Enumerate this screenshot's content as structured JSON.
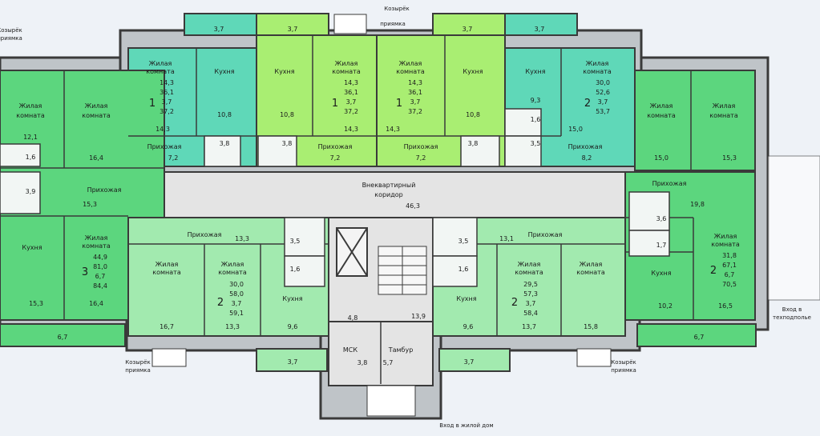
{
  "colors": {
    "background": "#eef2f7",
    "teal": "#5fd8b8",
    "green_dark": "#5cd67e",
    "green_mid": "#86e39a",
    "green_light": "#a2eaaf",
    "lime": "#a9ee72",
    "corridor": "#e4e4e4",
    "wall": "#3a3a3a"
  },
  "labels": {
    "zhilaya": "Жилая",
    "komnata": "комната",
    "kukhnya": "Кухня",
    "prikhozhaya": "Прихожая",
    "corridor_line1": "Внеквартирный",
    "corridor_line2": "коридор",
    "msk": "МСК",
    "tambur": "Тамбур",
    "kozyrek": "Козырёк",
    "priyamka": "приямка",
    "vkhod_v": "Вход в",
    "tekhpodpolye": "техподполье",
    "vkhod_dom": "Вход в жилой дом"
  },
  "apartments": {
    "a1": {
      "rooms": "1",
      "total": "14,3",
      "living": "36,1",
      "balcony": "3,7",
      "area": "37,2"
    },
    "a2": {
      "rooms": "1",
      "total": "14,3",
      "living": "36,1",
      "balcony": "3,7",
      "area": "37,2"
    },
    "a3": {
      "rooms": "1",
      "total": "14,3",
      "living": "36,1",
      "balcony": "3,7",
      "area": "37,2"
    },
    "a4": {
      "rooms": "2",
      "total": "30,0",
      "living": "52,6",
      "balcony": "3,7",
      "area": "53,7"
    },
    "a5": {
      "rooms": "3",
      "total": "44,9",
      "living": "81,0",
      "balcony": "6,7",
      "area": "84,4"
    },
    "a6": {
      "rooms": "2",
      "total": "30,0",
      "living": "58,0",
      "balcony": "3,7",
      "area": "59,1"
    },
    "a7": {
      "rooms": "2",
      "total": "29,5",
      "living": "57,3",
      "balcony": "3,7",
      "area": "58,4"
    },
    "a8": {
      "rooms": "2",
      "total": "31,8",
      "living": "67,1",
      "balcony": "6,7",
      "area": "70,5"
    }
  },
  "areas": {
    "balc_top_1": "3,7",
    "balc_top_2": "3,7",
    "balc_top_3": "3,7",
    "balc_top_4": "3,7",
    "a1_living": "14,3",
    "a1_kitchen": "10,8",
    "a1_bath": "3,8",
    "a1_hall": "7,2",
    "a2_kitchen": "10,8",
    "a2_living": "14,3",
    "a2_bath": "3,8",
    "a2_hall": "7,2",
    "a3_living": "14,3",
    "a3_kitchen": "10,8",
    "a3_bath": "3,8",
    "a3_hall": "7,2",
    "a4_kitchen": "9,3",
    "a4_wc": "1,6",
    "a4_bath": "3,5",
    "a4_living1": "15,0",
    "a4_hall": "8,2",
    "a4_living2": "15,0",
    "a4_living3": "15,3",
    "a5_living1": "12,1",
    "a5_wc": "1,6",
    "a5_bath": "3,9",
    "a5_living2": "16,4",
    "a5_hall": "15,3",
    "a5_kitchen": "15,3",
    "a5_living3": "16,4",
    "a5_balcony": "6,7",
    "a6_hall": "13,3",
    "a6_bath": "3,5",
    "a6_wc": "1,6",
    "a6_living1": "16,7",
    "a6_living2": "13,3",
    "a6_kitchen": "9,6",
    "a6_balcony": "3,7",
    "corridor": "46,3",
    "lobby": "4,8",
    "msk": "3,8",
    "tambur": "5,7",
    "stair": "13,9",
    "a7_bath": "3,5",
    "a7_wc": "1,6",
    "a7_hall": "13,1",
    "a7_kitchen": "9,6",
    "a7_living1": "13,7",
    "a7_living2": "15,8",
    "a7_balcony": "3,7",
    "a8_hall": "19,8",
    "a8_bath": "3,6",
    "a8_wc": "1,7",
    "a8_kitchen": "10,2",
    "a8_living": "16,5",
    "a8_balcony": "6,7"
  }
}
